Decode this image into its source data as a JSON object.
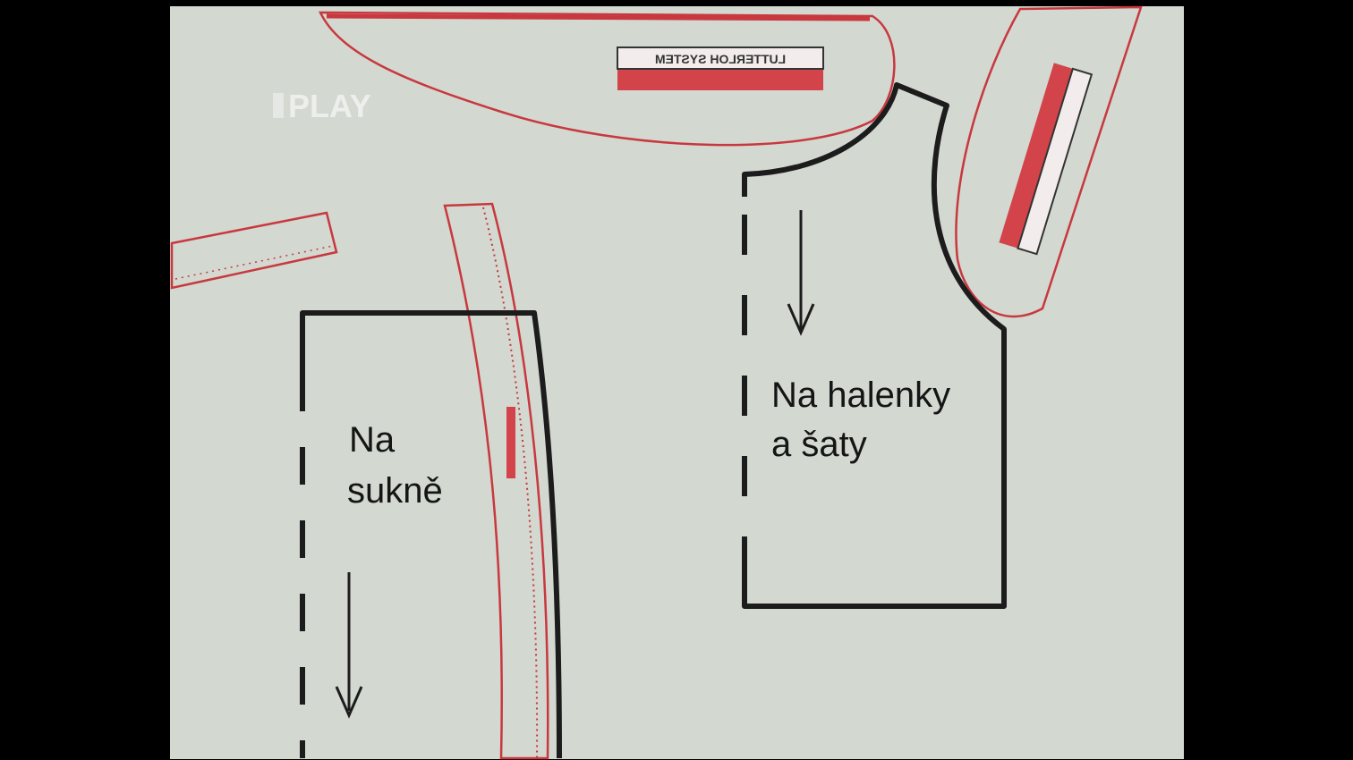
{
  "channel_logo": "PLAY",
  "ruler_brand": "LUTTERLOH SYSTEM",
  "skirt_label": {
    "line1": "Na",
    "line2": "sukně"
  },
  "blouse_label": {
    "line1": "Na halenky",
    "line2": "a šaty"
  },
  "colors": {
    "background": "#d3d8d1",
    "ruler": "#c8383e",
    "pattern": "#1c1c1c",
    "frame": "#000000"
  }
}
